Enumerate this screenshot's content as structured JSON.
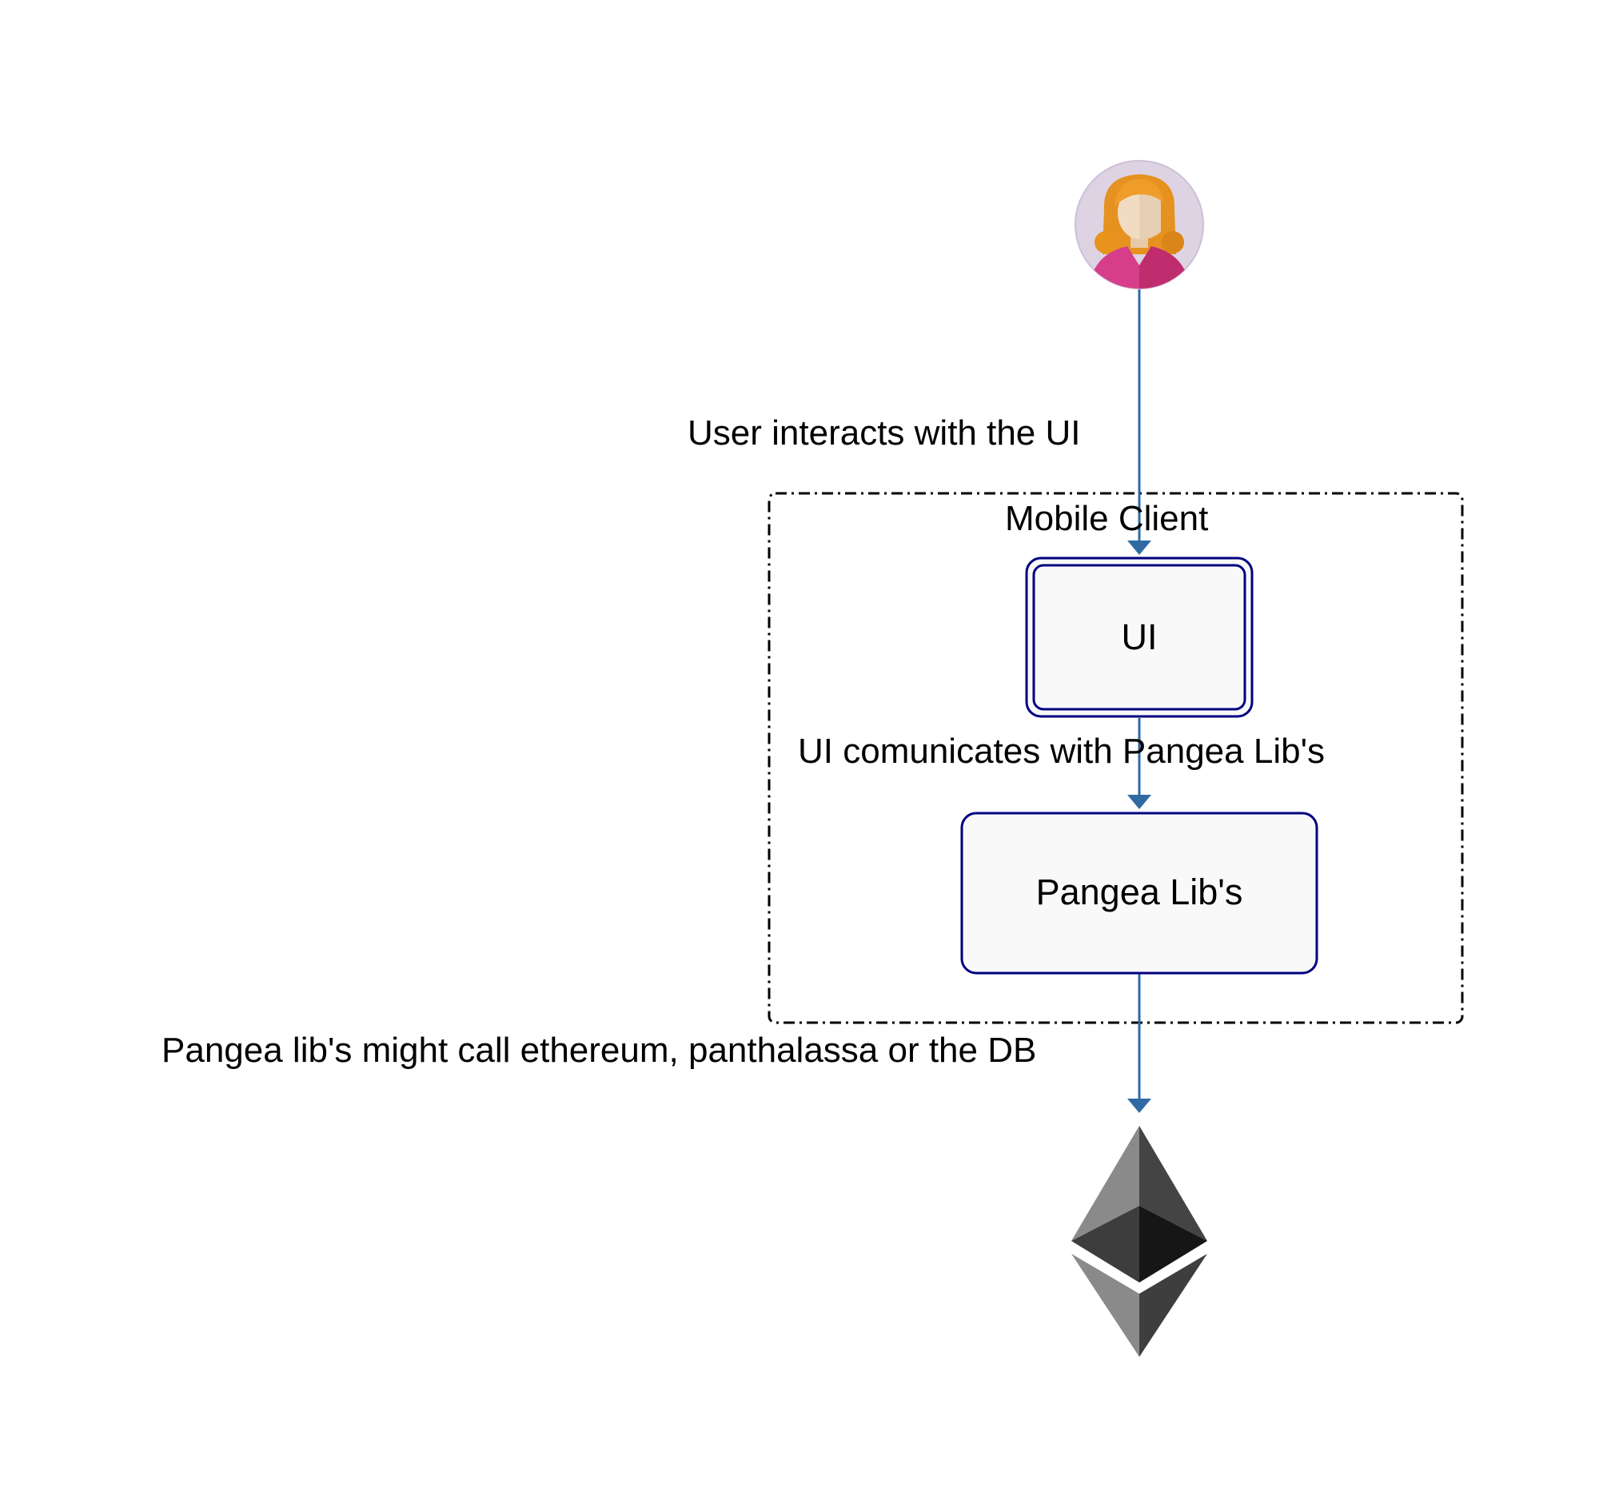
{
  "diagram": {
    "group": {
      "title": "Mobile Client"
    },
    "nodes": {
      "user": {
        "icon": "female-user-avatar-icon"
      },
      "ui": {
        "label": "UI"
      },
      "libs": {
        "label": "Pangea Lib's"
      },
      "ethereum": {
        "icon": "ethereum-logo-icon"
      }
    },
    "edges": {
      "user_to_ui": "User interacts with the UI",
      "ui_to_libs": "UI comunicates with Pangea Lib's",
      "libs_to_ethereum": "Pangea lib's might call ethereum, panthalassa or the DB"
    },
    "colors": {
      "arrow": "#2f6aa3",
      "node_border": "#000080",
      "node_fill": "#f9f9f9"
    }
  }
}
